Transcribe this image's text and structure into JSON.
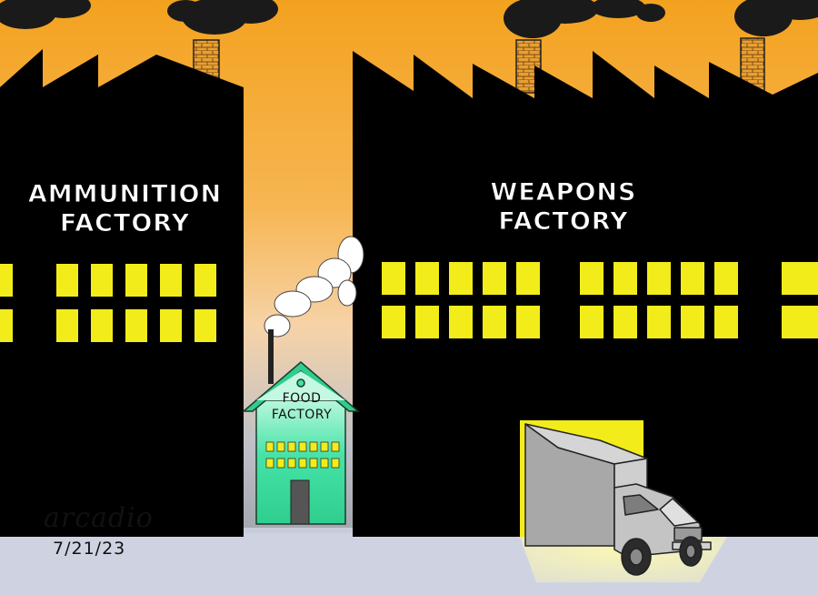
{
  "labels": {
    "ammunition": [
      "AMMUNITION",
      "FACTORY"
    ],
    "weapons": [
      "WEAPONS",
      "FACTORY"
    ],
    "food": [
      "FOOD",
      "FACTORY"
    ]
  },
  "credit": {
    "signature": "arcadio",
    "date": "7/21/23"
  },
  "colors": {
    "sky_top": "#f3a21f",
    "sky_bottom": "#9aa0a8",
    "factory": "#000000",
    "window_yellow": "#f2ec1a",
    "food_factory": "#3fe3a4",
    "brick": "#e8a033",
    "truck_gray": "#b9b9b9",
    "ground": "#c7ccdb"
  }
}
